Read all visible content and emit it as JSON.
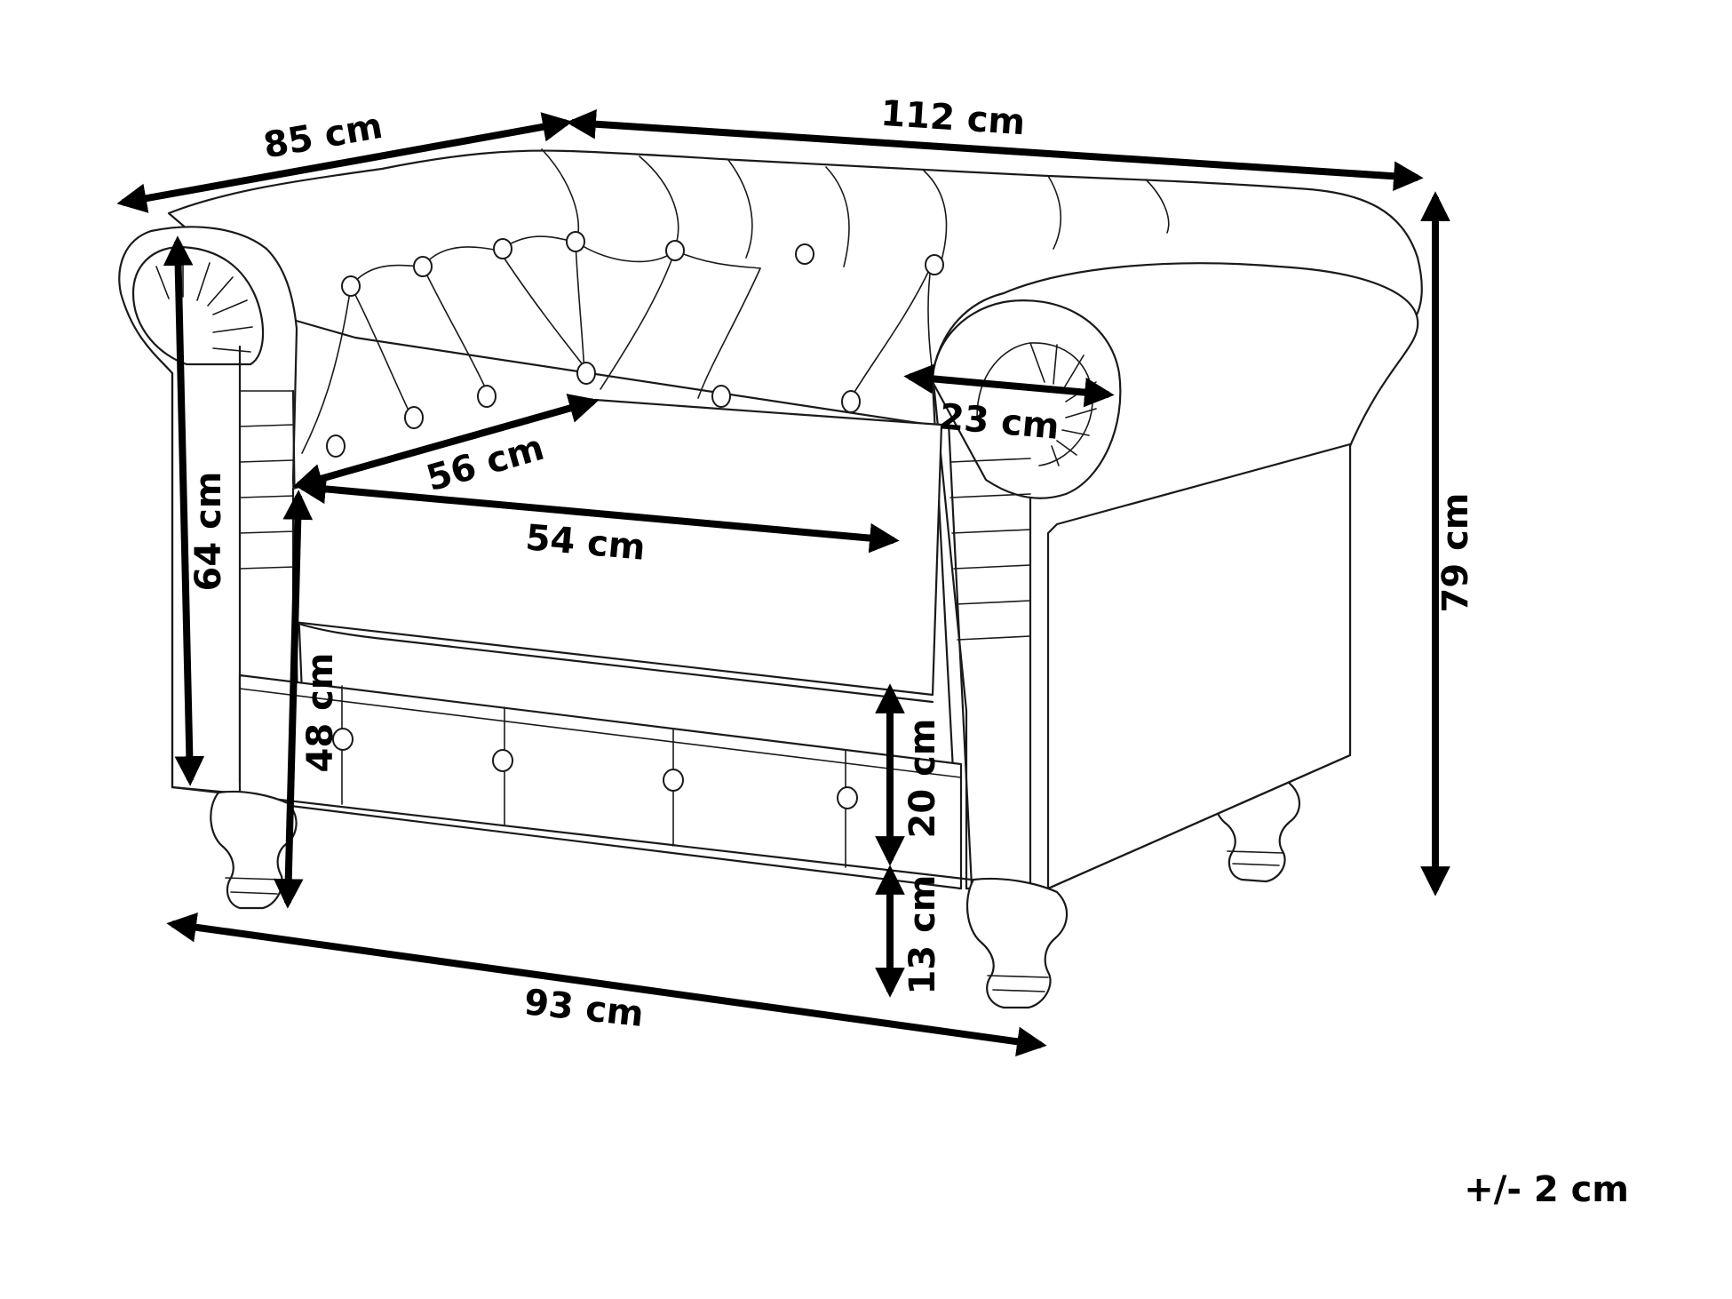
{
  "dimensions": {
    "depth": "85 cm",
    "width": "112 cm",
    "height": "79 cm",
    "armrest_height": "64 cm",
    "seat_height": "48 cm",
    "seat_depth": "56 cm",
    "seat_width": "54 cm",
    "armrest_width": "23 cm",
    "front_panel_height": "20 cm",
    "leg_height": "13 cm",
    "front_width": "93 cm"
  },
  "tolerance": "+/- 2 cm"
}
